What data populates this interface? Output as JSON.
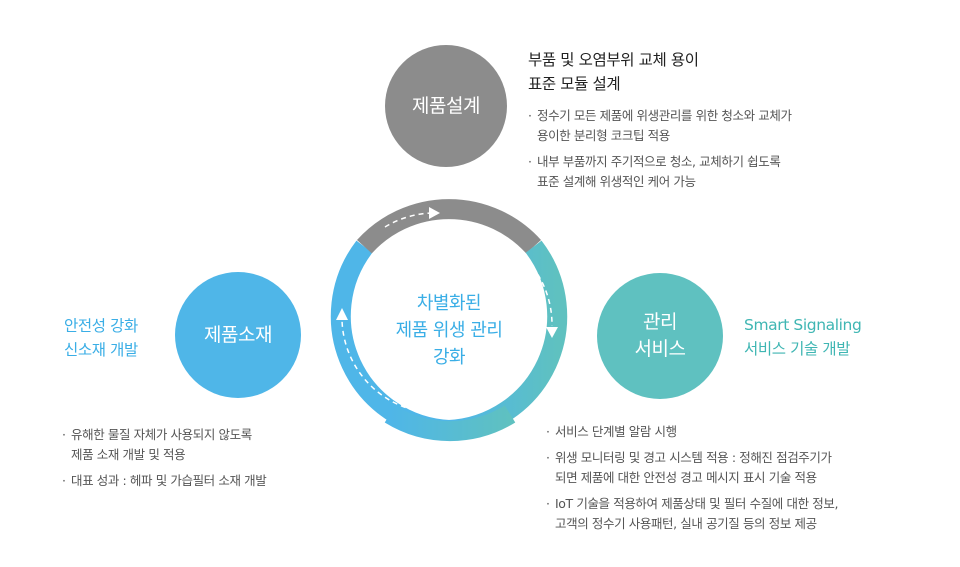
{
  "center": {
    "line1": "차별화된",
    "line2": "제품 위생 관리",
    "line3": "강화"
  },
  "design": {
    "circle_label": "제품설계",
    "heading_line1": "부품 및 오염부위 교체 용이",
    "heading_line2": "표준 모듈 설계",
    "bullets": [
      {
        "line1": "정수기 모든 제품에 위생관리를 위한 청소와 교체가",
        "line2": "용이한 분리형 코크팁 적용"
      },
      {
        "line1": "내부 부품까지 주기적으로 청소, 교체하기 쉽도록",
        "line2": "표준 설계해 위생적인 케어 가능"
      }
    ]
  },
  "material": {
    "circle_label": "제품소재",
    "side_line1": "안전성 강화",
    "side_line2": "신소재 개발",
    "bullets": [
      {
        "line1": "유해한 물질 자체가 사용되지 않도록",
        "line2": "제품 소재 개발 및 적용"
      },
      {
        "line1": "대표 성과 : 헤파 및 가습필터 소재 개발"
      }
    ]
  },
  "service": {
    "circle_label_line1": "관리",
    "circle_label_line2": "서비스",
    "side_line1": "Smart Signaling",
    "side_line2": "서비스 기술 개발",
    "bullets": [
      {
        "line1": "서비스 단계별 알람 시행"
      },
      {
        "line1": "위생 모니터링 및 경고 시스템 적용 : 정해진 점검주기가",
        "line2": "되면 제품에 대한 안전성 경고 메시지 표시 기술 적용"
      },
      {
        "line1": "IoT 기술을 적용하여 제품상태 및 필터 수질에 대한 정보,",
        "line2": "고객의 정수기 사용패턴, 실내 공기질 등의 정보 제공"
      }
    ]
  },
  "bullet_marker": "·",
  "colors": {
    "gray": "#8c8c8c",
    "blue": "#4fb6e8",
    "teal": "#5fc1c0"
  }
}
